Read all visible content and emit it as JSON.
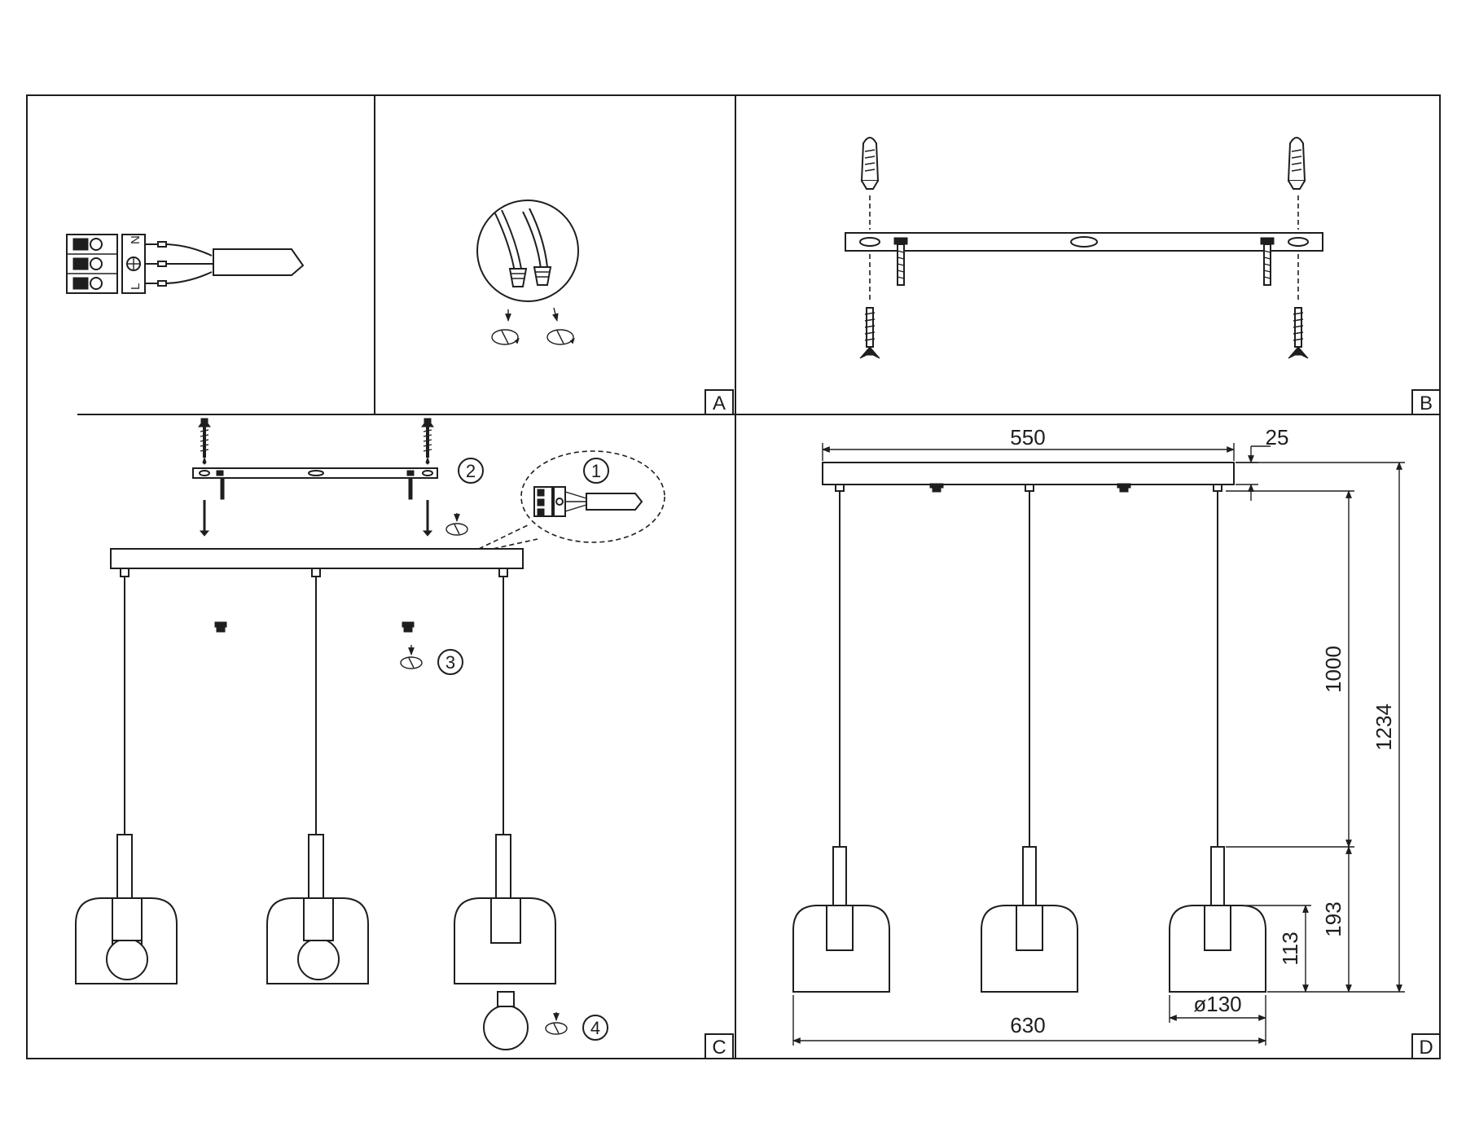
{
  "panels": {
    "a": "A",
    "b": "B",
    "c": "C",
    "d": "D"
  },
  "terminal_labels": [
    "N",
    "L"
  ],
  "steps": {
    "s1": "1",
    "s2": "2",
    "s3": "3",
    "s4": "4"
  },
  "dimensions": {
    "canopy_width": "550",
    "canopy_height": "25",
    "cable_length": "1000",
    "total_height": "1234",
    "lamp_height": "193",
    "shade_height": "113",
    "shade_diameter": "ø130",
    "overall_width": "630"
  }
}
